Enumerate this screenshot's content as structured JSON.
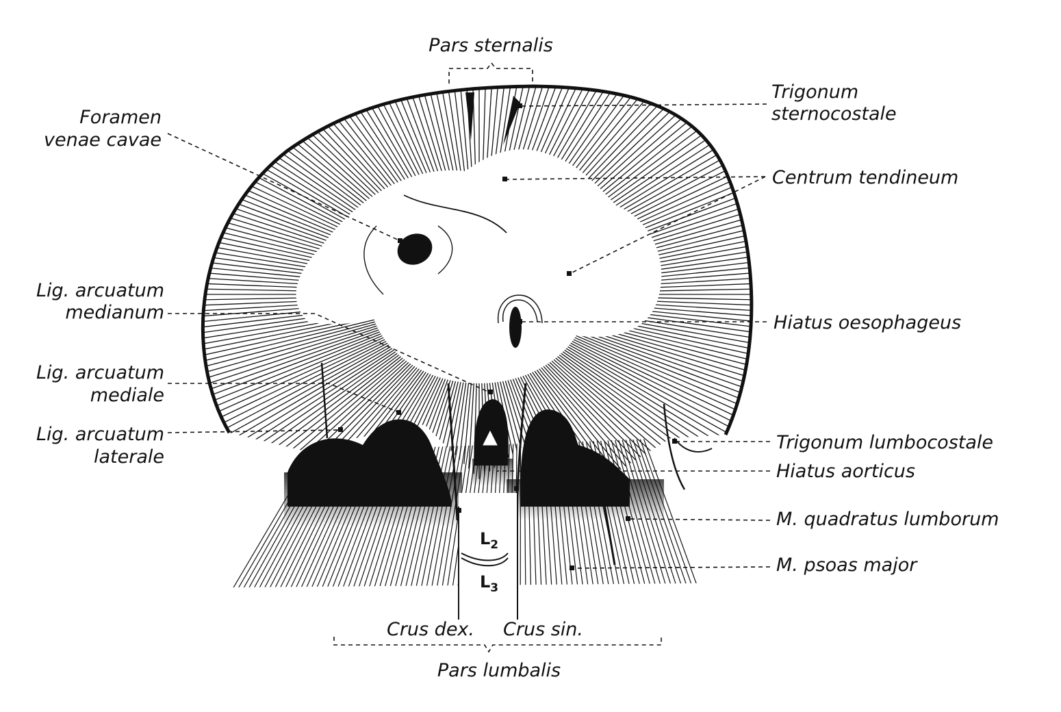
{
  "labels": {
    "pars_sternalis": "Pars sternalis",
    "foramen_line1": "Foramen",
    "foramen_line2": "venae cavae",
    "trigonum_sterno_line1": "Trigonum",
    "trigonum_sterno_line2": "sternocostale",
    "centrum_tendineum": "Centrum tendineum",
    "lig_medianum_line1": "Lig. arcuatum",
    "lig_medianum_line2": "medianum",
    "hiatus_oesophageus": "Hiatus oesophageus",
    "lig_mediale_line1": "Lig. arcuatum",
    "lig_mediale_line2": "mediale",
    "lig_laterale_line1": "Lig. arcuatum",
    "lig_laterale_line2": "laterale",
    "trigonum_lumbocostale": "Trigonum lumbocostale",
    "hiatus_aorticus": "Hiatus aorticus",
    "quadratus_lumborum": "M. quadratus lumborum",
    "psoas_major": "M. psoas major",
    "crus_dex": "Crus dex.",
    "crus_sin": "Crus sin.",
    "pars_lumbalis": "Pars lumbalis"
  },
  "vertebrae": {
    "l2": "L",
    "l2_sub": "2",
    "l3": "L",
    "l3_sub": "3"
  },
  "colors": {
    "ink": "#111111",
    "background": "#ffffff"
  }
}
